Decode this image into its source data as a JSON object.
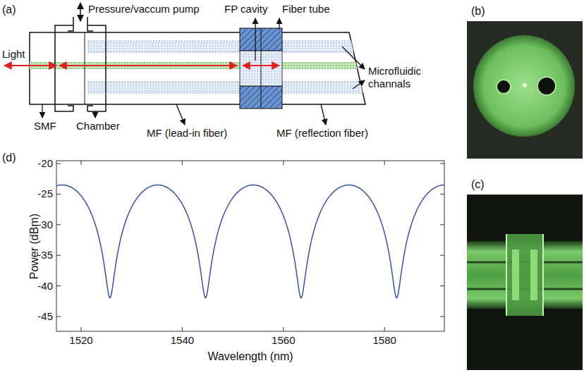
{
  "diagram": {
    "labels": [
      "(a)",
      "Pressure/vaccum pump",
      "FP cavity",
      "Fiber tube",
      "(b)",
      "Light",
      "Microfluidic channals",
      "SMF",
      "Chamber",
      "MF (lead-in fiber)",
      "MF (reflection fiber)",
      "(d)",
      "-20",
      "-25",
      "-30",
      "-35",
      "-40",
      "-45",
      "(c)",
      "Power (dBm)",
      "1520",
      "1540",
      "1560",
      "1580",
      "Wavelength (nm)"
    ]
  }
}
